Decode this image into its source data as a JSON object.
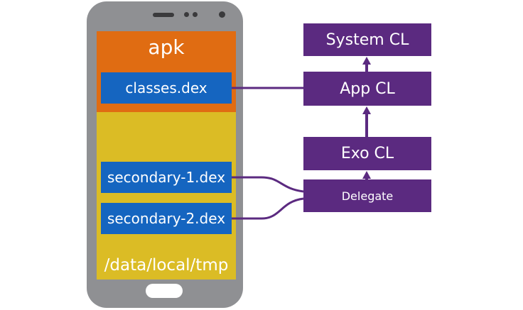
{
  "phone": {
    "apk_label": "apk",
    "tmp_label": "/data/local/tmp",
    "classes_dex": "classes.dex",
    "secondary_1": "secondary-1.dex",
    "secondary_2": "secondary-2.dex"
  },
  "classloaders": {
    "system": "System CL",
    "app": "App CL",
    "exo": "Exo CL",
    "delegate": "Delegate"
  },
  "colors": {
    "apk_orange": "#e06c12",
    "tmp_yellow": "#dbbc25",
    "dex_blue": "#1565c0",
    "classloader_purple": "#5b2a80",
    "phone_gray": "#8f9093"
  }
}
